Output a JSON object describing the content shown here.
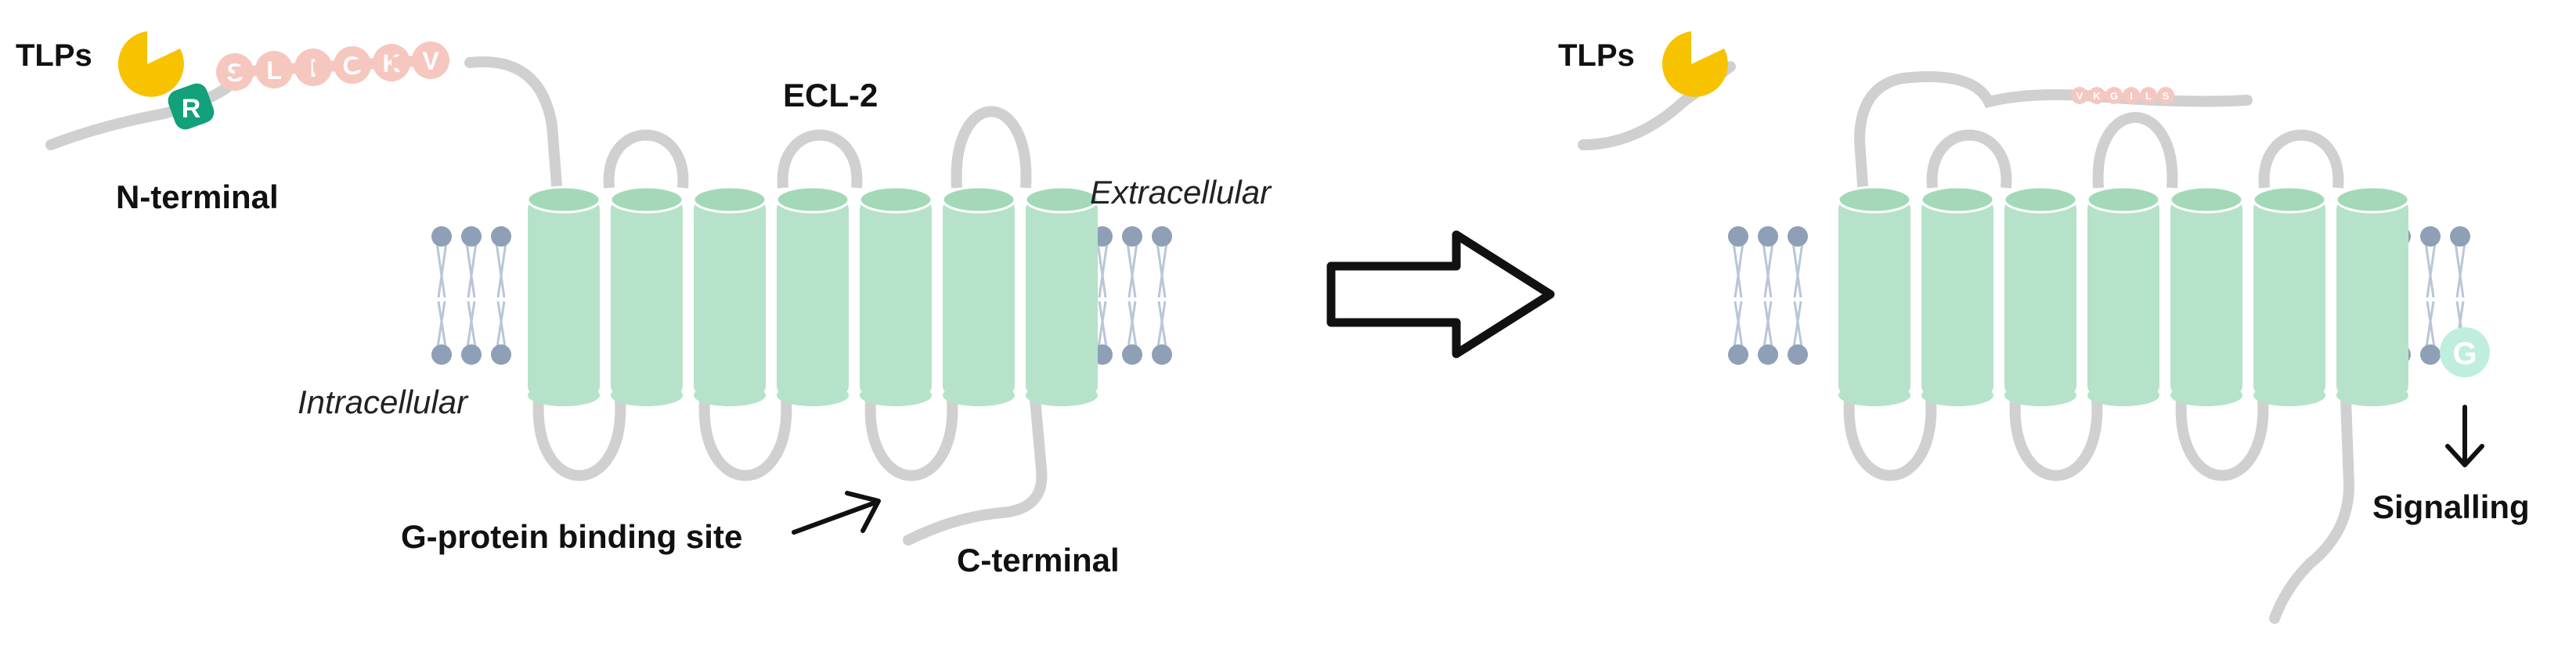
{
  "left_panel": {
    "tlps_label": "TLPs",
    "residues": [
      "R",
      "S",
      "L",
      "I",
      "G",
      "K",
      "V"
    ],
    "n_terminal_label": "N-terminal",
    "ecl2_label": "ECL-2",
    "extracellular_label": "Extracellular",
    "intracellular_label": "Intracellular",
    "gprotein_site_label": "G-protein binding site",
    "c_terminal_label": "C-terminal"
  },
  "right_panel": {
    "tlps_label": "TLPs",
    "tethered_residues": [
      "V",
      "K",
      "G",
      "I",
      "L",
      "S"
    ],
    "g_protein_label": "G",
    "signalling_label": "Signalling"
  },
  "colors": {
    "helix_fill": "#b6e2c9",
    "helix_top": "#a3d9b8",
    "loop_stroke": "#d0d0d0",
    "lipid_head": "#8e9fb6",
    "lipid_tail": "#b9c6d8",
    "pacman": "#f7c300",
    "residue_r": "#12a17a",
    "residue_peptide": "#f6c7bf",
    "g_protein": "#bfeede",
    "arrow_stroke": "#111111"
  },
  "icons": [
    "pacman-protease-icon",
    "process-arrow-icon",
    "down-arrow-icon",
    "diagonal-arrow-icon"
  ]
}
